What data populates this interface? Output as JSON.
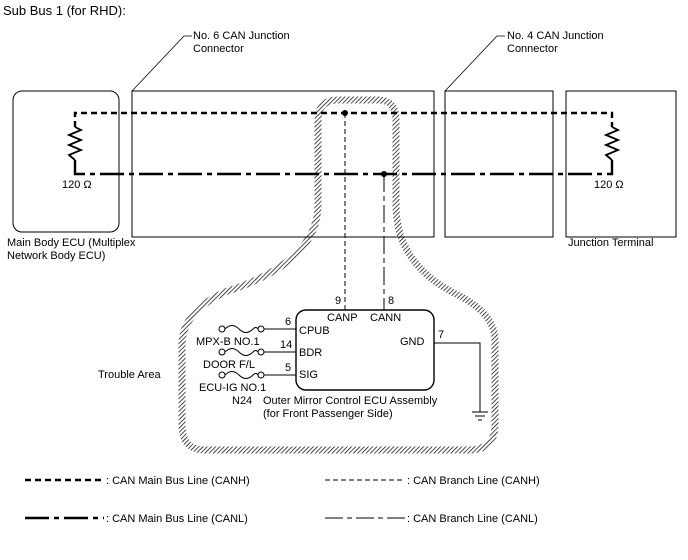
{
  "title": "Sub Bus 1 (for RHD):",
  "components": {
    "main_body_ecu": {
      "label_line1": "Main Body ECU (Multiplex",
      "label_line2": "Network Body ECU)"
    },
    "junction_6": {
      "label_line1": "No. 6 CAN Junction",
      "label_line2": "Connector"
    },
    "junction_4": {
      "label_line1": "No. 4 CAN Junction",
      "label_line2": "Connector"
    },
    "junction_terminal": {
      "label": "Junction Terminal"
    },
    "mirror_ecu": {
      "label_line1": "Outer Mirror Control ECU Assembly",
      "label_line2": "(for Front Passenger Side)"
    }
  },
  "resistors": {
    "left": "120 Ω",
    "right": "120 Ω"
  },
  "trouble_area": "Trouble Area",
  "pins": {
    "canp": {
      "num": "9",
      "name": "CANP"
    },
    "cann": {
      "num": "8",
      "name": "CANN"
    },
    "cpub": {
      "num": "6",
      "name": "CPUB"
    },
    "bdr": {
      "num": "14",
      "name": "BDR"
    },
    "sig": {
      "num": "5",
      "name": "SIG"
    },
    "gnd": {
      "num": "7",
      "name": "GND"
    }
  },
  "fuses": {
    "mpxb": "MPX-B NO.1",
    "door": "DOOR F/L",
    "ecuig": "ECU-IG NO.1"
  },
  "connector_code": "N24",
  "legend": {
    "main_canh": ": CAN Main Bus Line (CANH)",
    "main_canl": ": CAN Main Bus Line (CANL)",
    "branch_canh": ": CAN Branch Line (CANH)",
    "branch_canl": ": CAN Branch Line (CANL)"
  }
}
